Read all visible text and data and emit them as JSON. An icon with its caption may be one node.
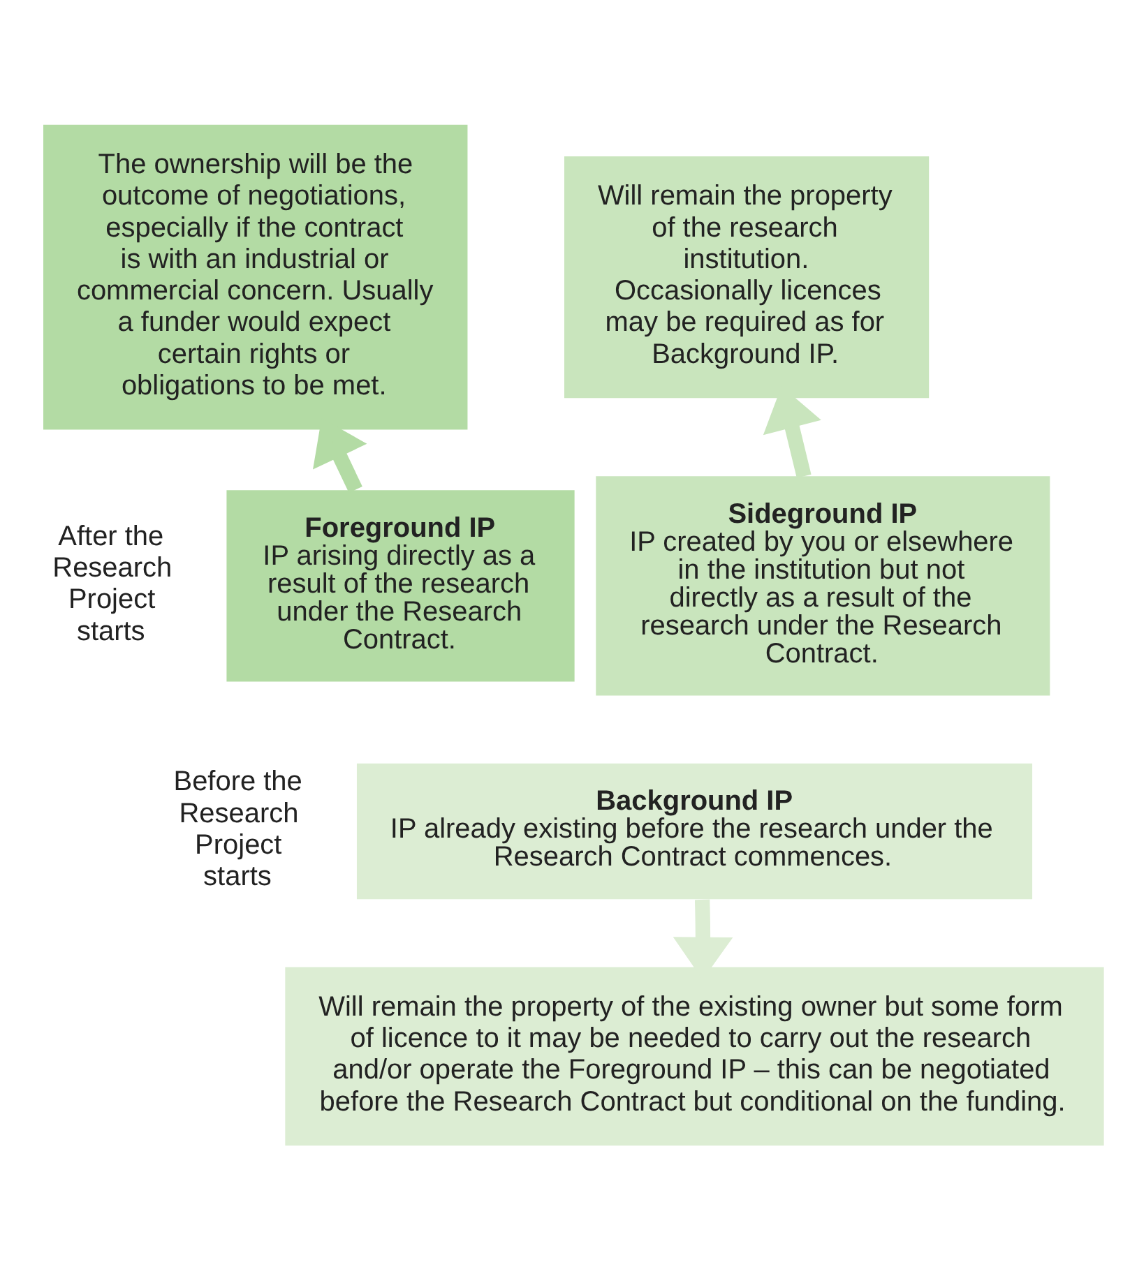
{
  "diagram": {
    "nodes": [
      {
        "text": [
          "The ownership will be the outcome of negotiations, especially if the contract is with an industrial or commercial concern. Usually a funder would expect certain rights or obligations to be met."
        ]
      },
      {
        "text": [
          "Will remain the property of the research institution. Occasionally licences may be required as for Background IP."
        ]
      },
      {
        "text": [
          "Foreground IP",
          "IP arising directly as a result of the research under the Research Contract."
        ]
      },
      {
        "text": [
          "Sideground IP",
          "IP created by you or elsewhere in the institution but not directly as a result of the research under the Research Contract."
        ]
      },
      {
        "text": [
          "Background IP",
          "IP already existing before the research under the Research Contract commences."
        ]
      },
      {
        "text": [
          "Will remain the property of the existing owner but some form of licence to it may be needed to carry out the research and/or operate the Foreground IP – this can be negotiated before the Research Contract but conditional on the funding."
        ]
      }
    ],
    "edges": [
      {
        "from": 2,
        "to": 0,
        "arrow": "to"
      },
      {
        "from": 3,
        "to": 1,
        "arrow": "to"
      },
      {
        "from": 4,
        "to": 5,
        "arrow": "to"
      }
    ],
    "labels": [
      "After the Research Project starts",
      "Before the Research Project starts"
    ]
  }
}
